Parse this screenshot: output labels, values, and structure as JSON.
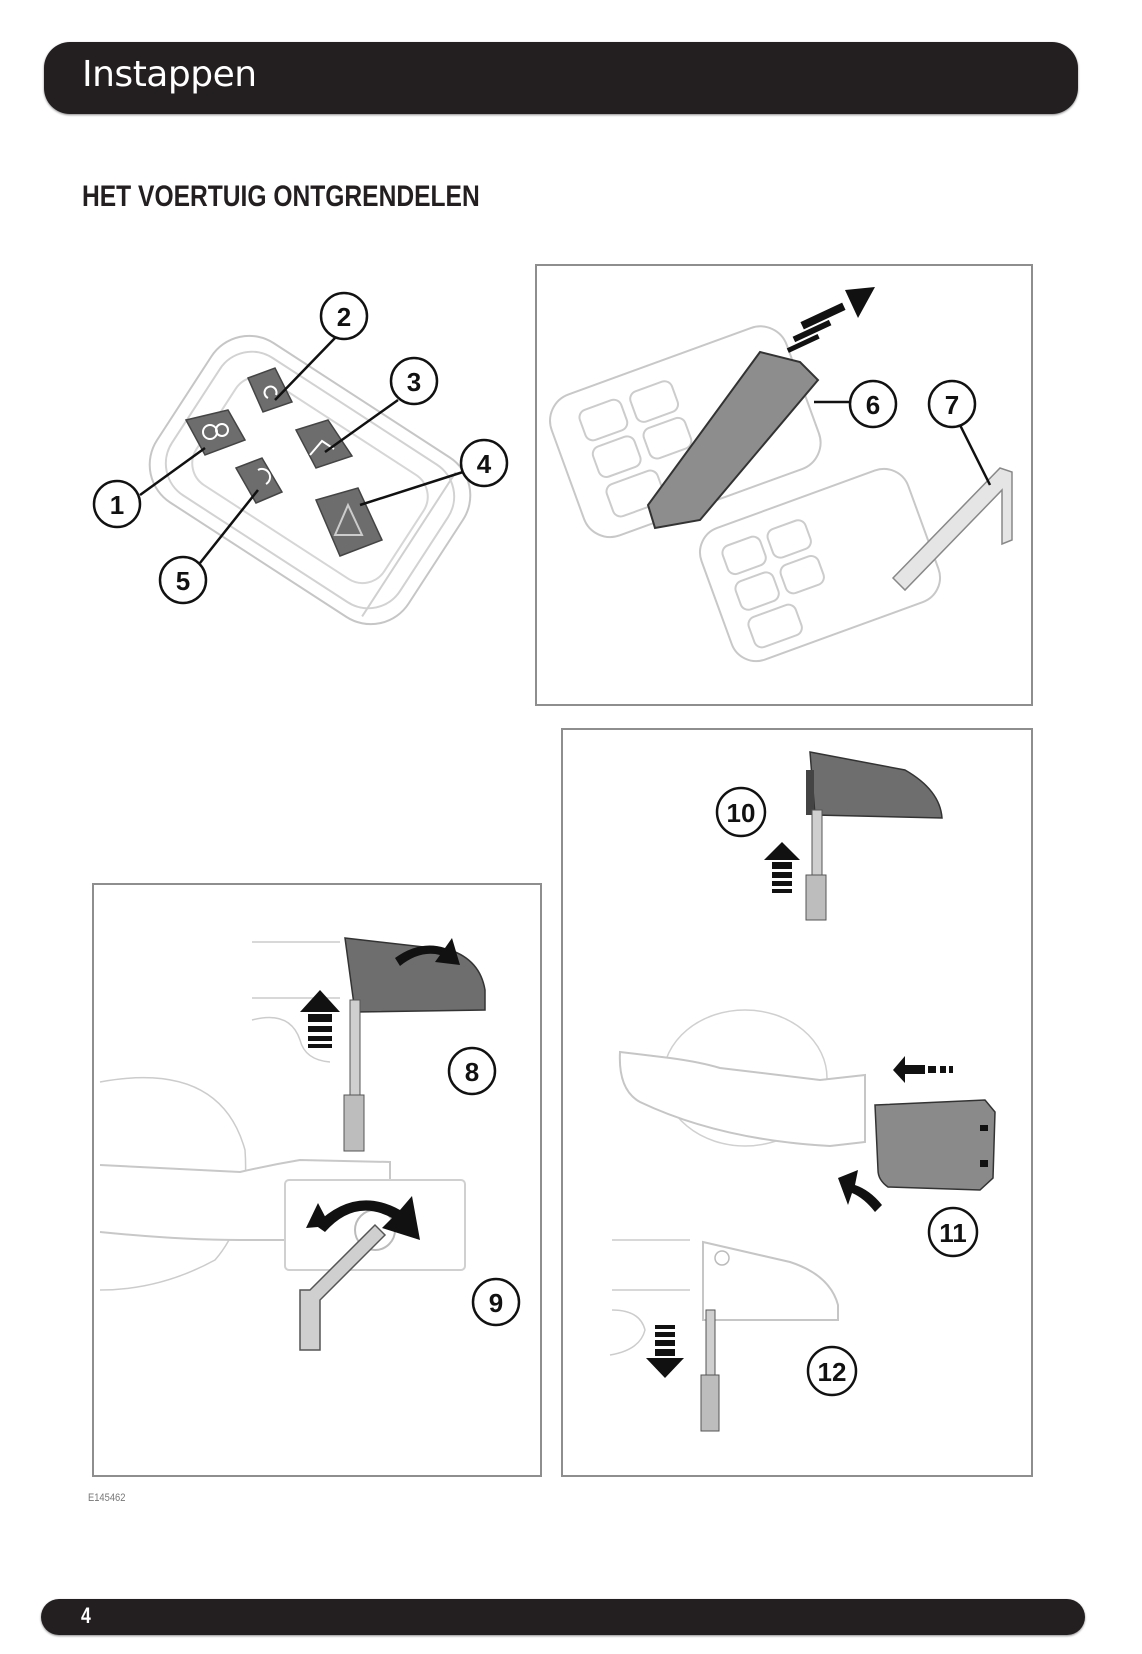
{
  "header": {
    "title": "Instappen"
  },
  "section": {
    "title": "HET VOERTUIG ONTGRENDELEN"
  },
  "figure": {
    "id": "E145462",
    "panels": [
      {
        "name": "key-fob-buttons",
        "callouts": [
          "1",
          "2",
          "3",
          "4",
          "5"
        ]
      },
      {
        "name": "key-blade-removal",
        "callouts": [
          "6",
          "7"
        ]
      },
      {
        "name": "door-lock-cover-removal",
        "callouts": [
          "8",
          "9"
        ]
      },
      {
        "name": "door-lock-cover-refit",
        "callouts": [
          "10",
          "11",
          "12"
        ]
      }
    ],
    "callouts": {
      "c1": "1",
      "c2": "2",
      "c3": "3",
      "c4": "4",
      "c5": "5",
      "c6": "6",
      "c7": "7",
      "c8": "8",
      "c9": "9",
      "c10": "10",
      "c11": "11",
      "c12": "12"
    }
  },
  "footer": {
    "page_number": "4"
  },
  "colors": {
    "bar": "#231f20",
    "button_grey": "#6d6d6d",
    "panel_border": "#8e8e8e",
    "line_grey": "#c8c8c8"
  }
}
